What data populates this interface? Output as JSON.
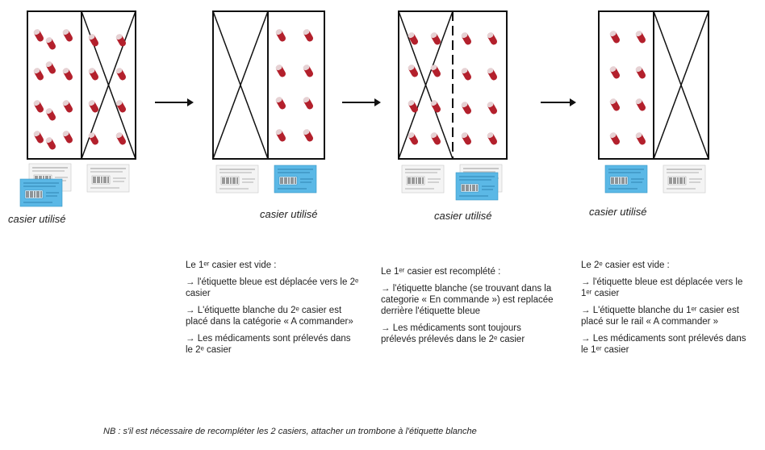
{
  "captions": {
    "c1": "casier utilisé",
    "c2": "casier utilisé",
    "c3": "casier utilisé",
    "c4": "casier utilisé"
  },
  "notes": {
    "n1": {
      "title": "Le 1ᵉʳ casier est vide :",
      "items": [
        "→ l'étiquette bleue est déplacée vers le 2ᵉ casier",
        "→ L'étiquette blanche du 2ᵉ casier est placé dans la catégorie « A commander»",
        "→ Les médicaments sont prélevés dans le 2ᵉ casier"
      ]
    },
    "n2": {
      "title": "Le 1ᵉʳ casier est recomplété :",
      "items": [
        "→ l'étiquette blanche (se trouvant dans la categorie « En commande ») est replacée derrière l'étiquette bleue",
        "→ Les médicaments sont toujours prélevés prélevés dans le 2ᵉ casier"
      ]
    },
    "n3": {
      "title": "Le 2ᵉ casier est vide :",
      "items": [
        "→ l'étiquette bleue est déplacée vers le 1ᵉʳ casier",
        "→ L'étiquette blanche du 1ᵉʳ casier est placé sur le rail « A commander »",
        "→ Les médicaments sont prélevés dans le 1ᵉʳ casier"
      ]
    }
  },
  "footnote": "NB : s'il est nécessaire de recompléter les 2 casiers, attacher un trombone à l'étiquette blanche",
  "colors": {
    "pill": "#b3202c",
    "pill_light": "#e8d8da",
    "blue_label": "#5bb8e6",
    "frame": "#111111"
  },
  "icons": [
    "pill-icon",
    "arrow-right-icon",
    "barcode-label-icon"
  ]
}
